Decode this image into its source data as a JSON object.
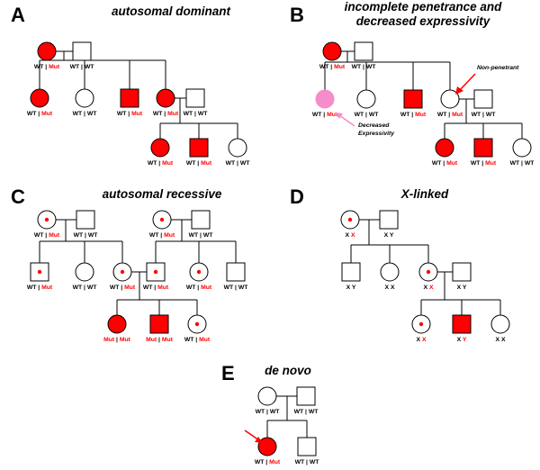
{
  "panels": [
    {
      "letter": "A",
      "title": [
        "autosomal dominant"
      ],
      "people": [
        {
          "sex": "F",
          "status": "affected",
          "g1": "WT",
          "g2": "Mut"
        },
        {
          "sex": "M",
          "status": "unaffected",
          "g1": "WT",
          "g2": "WT"
        },
        {
          "sex": "F",
          "status": "affected",
          "g1": "WT",
          "g2": "Mut"
        },
        {
          "sex": "F",
          "status": "unaffected",
          "g1": "WT",
          "g2": "WT"
        },
        {
          "sex": "M",
          "status": "affected",
          "g1": "WT",
          "g2": "Mut"
        },
        {
          "sex": "F",
          "status": "affected",
          "g1": "WT",
          "g2": "Mut"
        },
        {
          "sex": "M",
          "status": "unaffected",
          "g1": "WT",
          "g2": "WT"
        },
        {
          "sex": "F",
          "status": "affected",
          "g1": "WT",
          "g2": "Mut"
        },
        {
          "sex": "M",
          "status": "affected",
          "g1": "WT",
          "g2": "Mut"
        },
        {
          "sex": "F",
          "status": "unaffected",
          "g1": "WT",
          "g2": "WT"
        }
      ]
    },
    {
      "letter": "B",
      "title": [
        "incomplete penetrance and",
        "decreased expressivity"
      ],
      "annotations": [
        "Non-penetrant",
        "Decreased",
        "Expressivity"
      ],
      "people": [
        {
          "sex": "F",
          "status": "affected",
          "g1": "WT",
          "g2": "Mut"
        },
        {
          "sex": "M",
          "status": "unaffected",
          "g1": "WT",
          "g2": "WT"
        },
        {
          "sex": "F",
          "status": "decreased",
          "g1": "WT",
          "g2": "Mut"
        },
        {
          "sex": "F",
          "status": "unaffected",
          "g1": "WT",
          "g2": "WT"
        },
        {
          "sex": "M",
          "status": "affected",
          "g1": "WT",
          "g2": "Mut"
        },
        {
          "sex": "F",
          "status": "unaffected",
          "g1": "WT",
          "g2": "Mut"
        },
        {
          "sex": "M",
          "status": "unaffected",
          "g1": "WT",
          "g2": "WT"
        },
        {
          "sex": "F",
          "status": "affected",
          "g1": "WT",
          "g2": "Mut"
        },
        {
          "sex": "M",
          "status": "affected",
          "g1": "WT",
          "g2": "Mut"
        },
        {
          "sex": "F",
          "status": "unaffected",
          "g1": "WT",
          "g2": "WT"
        }
      ]
    },
    {
      "letter": "C",
      "title": [
        "autosomal recessive"
      ],
      "people": [
        {
          "sex": "F",
          "status": "carrier",
          "g1": "WT",
          "g2": "Mut"
        },
        {
          "sex": "M",
          "status": "unaffected",
          "g1": "WT",
          "g2": "WT"
        },
        {
          "sex": "F",
          "status": "carrier",
          "g1": "WT",
          "g2": "Mut"
        },
        {
          "sex": "M",
          "status": "unaffected",
          "g1": "WT",
          "g2": "WT"
        },
        {
          "sex": "M",
          "status": "carrier",
          "g1": "WT",
          "g2": "Mut"
        },
        {
          "sex": "F",
          "status": "unaffected",
          "g1": "WT",
          "g2": "WT"
        },
        {
          "sex": "F",
          "status": "carrier",
          "g1": "WT",
          "g2": "Mut"
        },
        {
          "sex": "M",
          "status": "carrier",
          "g1": "WT",
          "g2": "Mut"
        },
        {
          "sex": "F",
          "status": "carrier",
          "g1": "WT",
          "g2": "Mut"
        },
        {
          "sex": "M",
          "status": "unaffected",
          "g1": "WT",
          "g2": "WT"
        },
        {
          "sex": "F",
          "status": "affected",
          "g1": "Mut",
          "g2": "Mut"
        },
        {
          "sex": "M",
          "status": "affected",
          "g1": "Mut",
          "g2": "Mut"
        },
        {
          "sex": "F",
          "status": "carrier",
          "g1": "WT",
          "g2": "Mut"
        }
      ]
    },
    {
      "letter": "D",
      "title": [
        "X-linked"
      ],
      "people": [
        {
          "sex": "F",
          "status": "carrier",
          "g1": "X",
          "g2": "X"
        },
        {
          "sex": "M",
          "status": "unaffected",
          "g1": "X",
          "g2": "Y"
        },
        {
          "sex": "M",
          "status": "unaffected",
          "g1": "X",
          "g2": "Y"
        },
        {
          "sex": "F",
          "status": "unaffected",
          "g1": "X",
          "g2": "X"
        },
        {
          "sex": "F",
          "status": "carrier",
          "g1": "X",
          "g2": "X"
        },
        {
          "sex": "M",
          "status": "unaffected",
          "g1": "X",
          "g2": "Y"
        },
        {
          "sex": "F",
          "status": "carrier",
          "g1": "X",
          "g2": "X"
        },
        {
          "sex": "M",
          "status": "affected",
          "g1": "X",
          "g2": "Y"
        },
        {
          "sex": "F",
          "status": "unaffected",
          "g1": "X",
          "g2": "X"
        }
      ]
    },
    {
      "letter": "E",
      "title": [
        "de novo"
      ],
      "people": [
        {
          "sex": "F",
          "status": "unaffected",
          "g1": "WT",
          "g2": "WT"
        },
        {
          "sex": "M",
          "status": "unaffected",
          "g1": "WT",
          "g2": "WT"
        },
        {
          "sex": "F",
          "status": "affected",
          "g1": "WT",
          "g2": "Mut"
        },
        {
          "sex": "M",
          "status": "unaffected",
          "g1": "WT",
          "g2": "WT"
        }
      ]
    }
  ],
  "colors": {
    "affected": "#ff0000",
    "mutation_text": "#ff0000",
    "decreased": "#f58ccb",
    "line": "#000000"
  }
}
